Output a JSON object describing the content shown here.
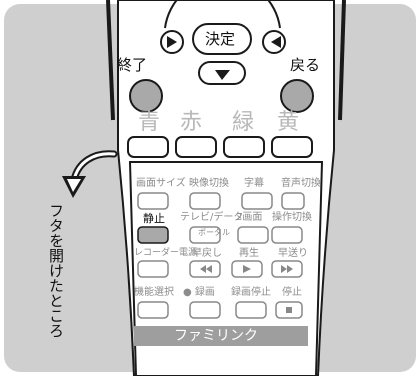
{
  "labels": {
    "kettei": "決定",
    "shuryo": "終了",
    "modoru": "戻る",
    "ao": "青",
    "aka": "赤",
    "midori": "緑",
    "ki": "黄",
    "gamen_size": "画面サイズ",
    "eizo_kirikae": "映像切換",
    "jimaku": "字幕",
    "onsei_kirikae": "音声切換",
    "seishi": "静止",
    "tv_data": "テレビ/データ",
    "portal": "ポータル",
    "two_screen": "2画面",
    "sosa_kirikae": "操作切換",
    "recorder_power": "レコーダー電源",
    "hayamodoshi": "早戻し",
    "saisei": "再生",
    "hayaokuri": "早送り",
    "kino_sentaku": "機能選択",
    "rokuga": "● 録画",
    "rokuga_teishi": "録画停止",
    "teishi": "停止",
    "famirink": "ファミリンク",
    "side_note": "フタを開けたところ"
  },
  "colors": {
    "background": "#cfcfcf",
    "remote_body": "#ffffff",
    "outline": "#1a1a1a",
    "highlight": "#a9a9a9",
    "famirink_bar": "#9e9e9e"
  }
}
